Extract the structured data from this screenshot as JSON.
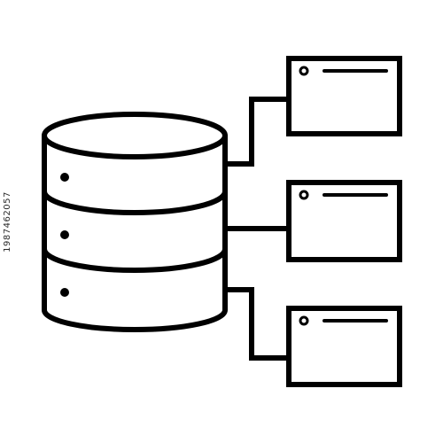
{
  "icon": {
    "name": "database-to-documents-icon",
    "stroke_color": "#000000",
    "background_color": "#ffffff",
    "database_layers": 3,
    "document_count": 3
  },
  "watermark": {
    "stock_id": "1987462057",
    "pattern_color": "#e8e8e8"
  }
}
